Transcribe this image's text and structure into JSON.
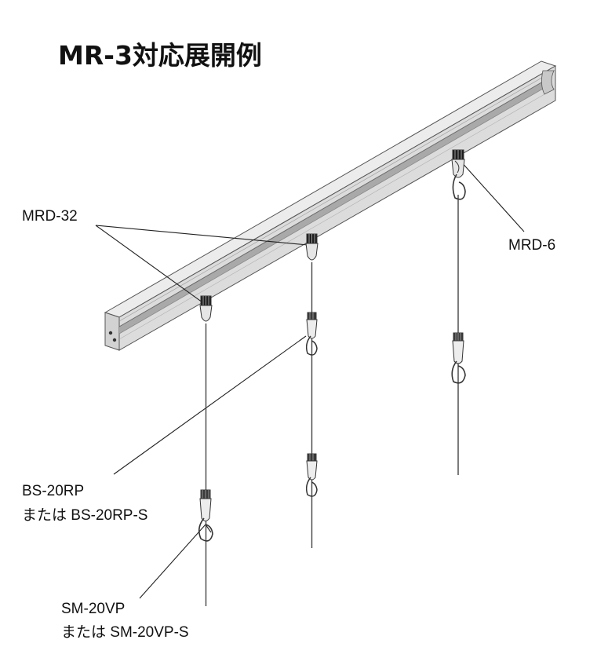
{
  "title": "MR-3対応展開例",
  "labels": {
    "mrd32": "MRD-32",
    "mrd6": "MRD-6",
    "bs20rp_line1": "BS-20RP",
    "bs20rp_line2": "または BS-20RP-S",
    "sm20vp_line1": "SM-20VP",
    "sm20vp_line2": "または SM-20VP-S"
  }
}
